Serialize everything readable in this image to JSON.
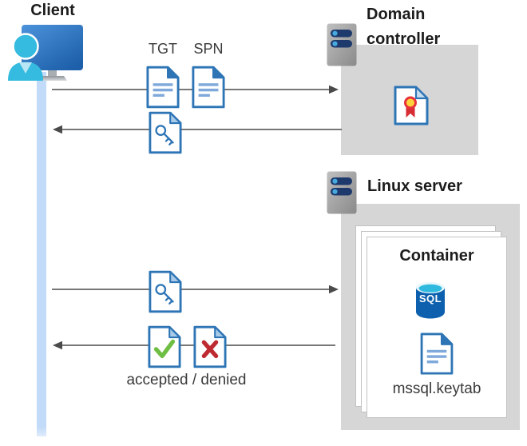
{
  "client": {
    "label": "Client"
  },
  "domain_controller": {
    "label": "Domain controller"
  },
  "linux_server": {
    "label": "Linux server"
  },
  "container": {
    "label": "Container",
    "sql_badge": "SQL",
    "keytab_file": "mssql.keytab"
  },
  "messages": {
    "tgt": "TGT",
    "spn": "SPN",
    "result": "accepted / denied"
  },
  "icons": {
    "client": "user-at-monitor-icon",
    "server": "server-icon",
    "ticket": "document-icon",
    "key_ticket": "key-document-icon",
    "certificate": "certificate-document-icon",
    "accepted": "check-document-icon",
    "denied": "cross-document-icon",
    "database": "sql-database-icon"
  },
  "colors": {
    "document_blue": "#2E75B6",
    "document_line_blue": "#7FA9DB",
    "light_fold_blue": "#A9CBE8",
    "lifeline_blue": "#C2DBF8",
    "box_gray": "#D6D6D6",
    "accepted_green": "#6FBE44",
    "denied_red": "#BE2A31",
    "sql_body_blue": "#0D60AD",
    "arrow_gray": "#4A4A4A"
  }
}
